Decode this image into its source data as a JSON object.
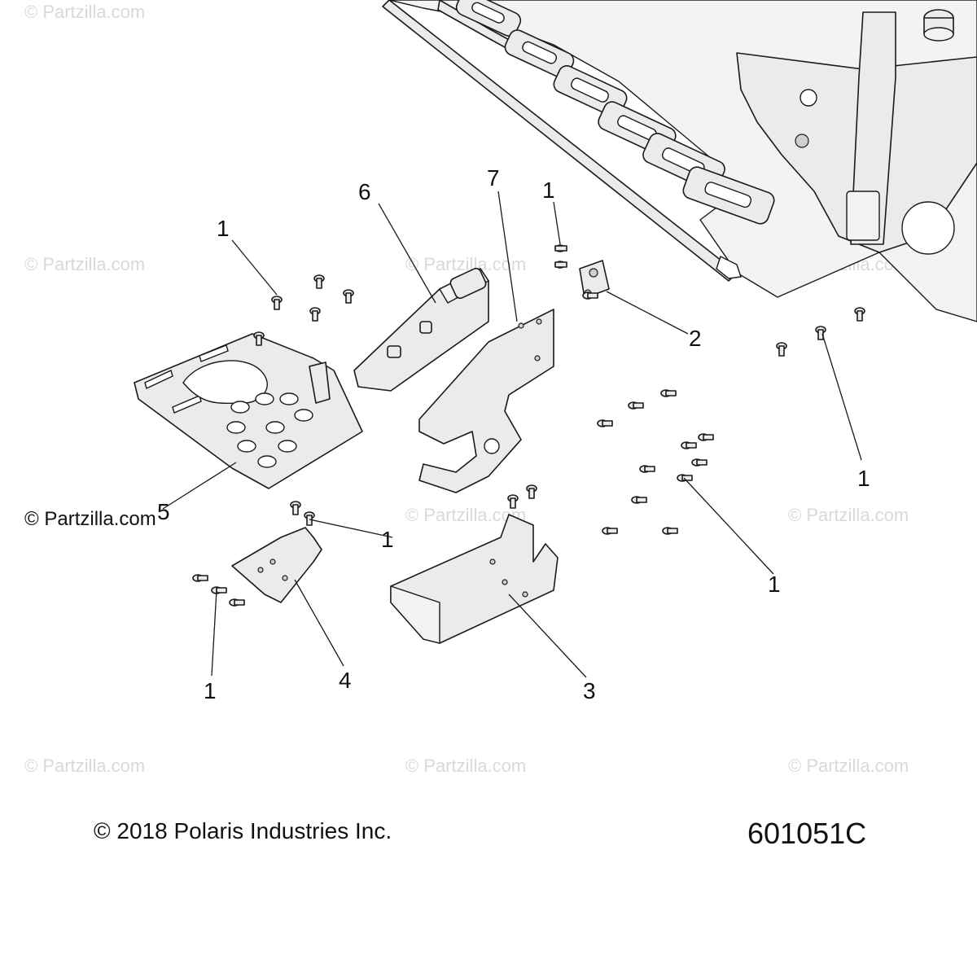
{
  "watermark_text": "© Partzilla.com",
  "callouts": {
    "c1_top_left": "1",
    "c6": "6",
    "c7": "7",
    "c1_top_center": "1",
    "c2": "2",
    "c1_right": "1",
    "c5": "5",
    "c1_mid": "1",
    "c1_bottom_right": "1",
    "c1_bottom_left": "1",
    "c4": "4",
    "c3": "3"
  },
  "footer": {
    "copyright": "© 2018 Polaris Industries Inc.",
    "drawing_number": "601051C"
  }
}
